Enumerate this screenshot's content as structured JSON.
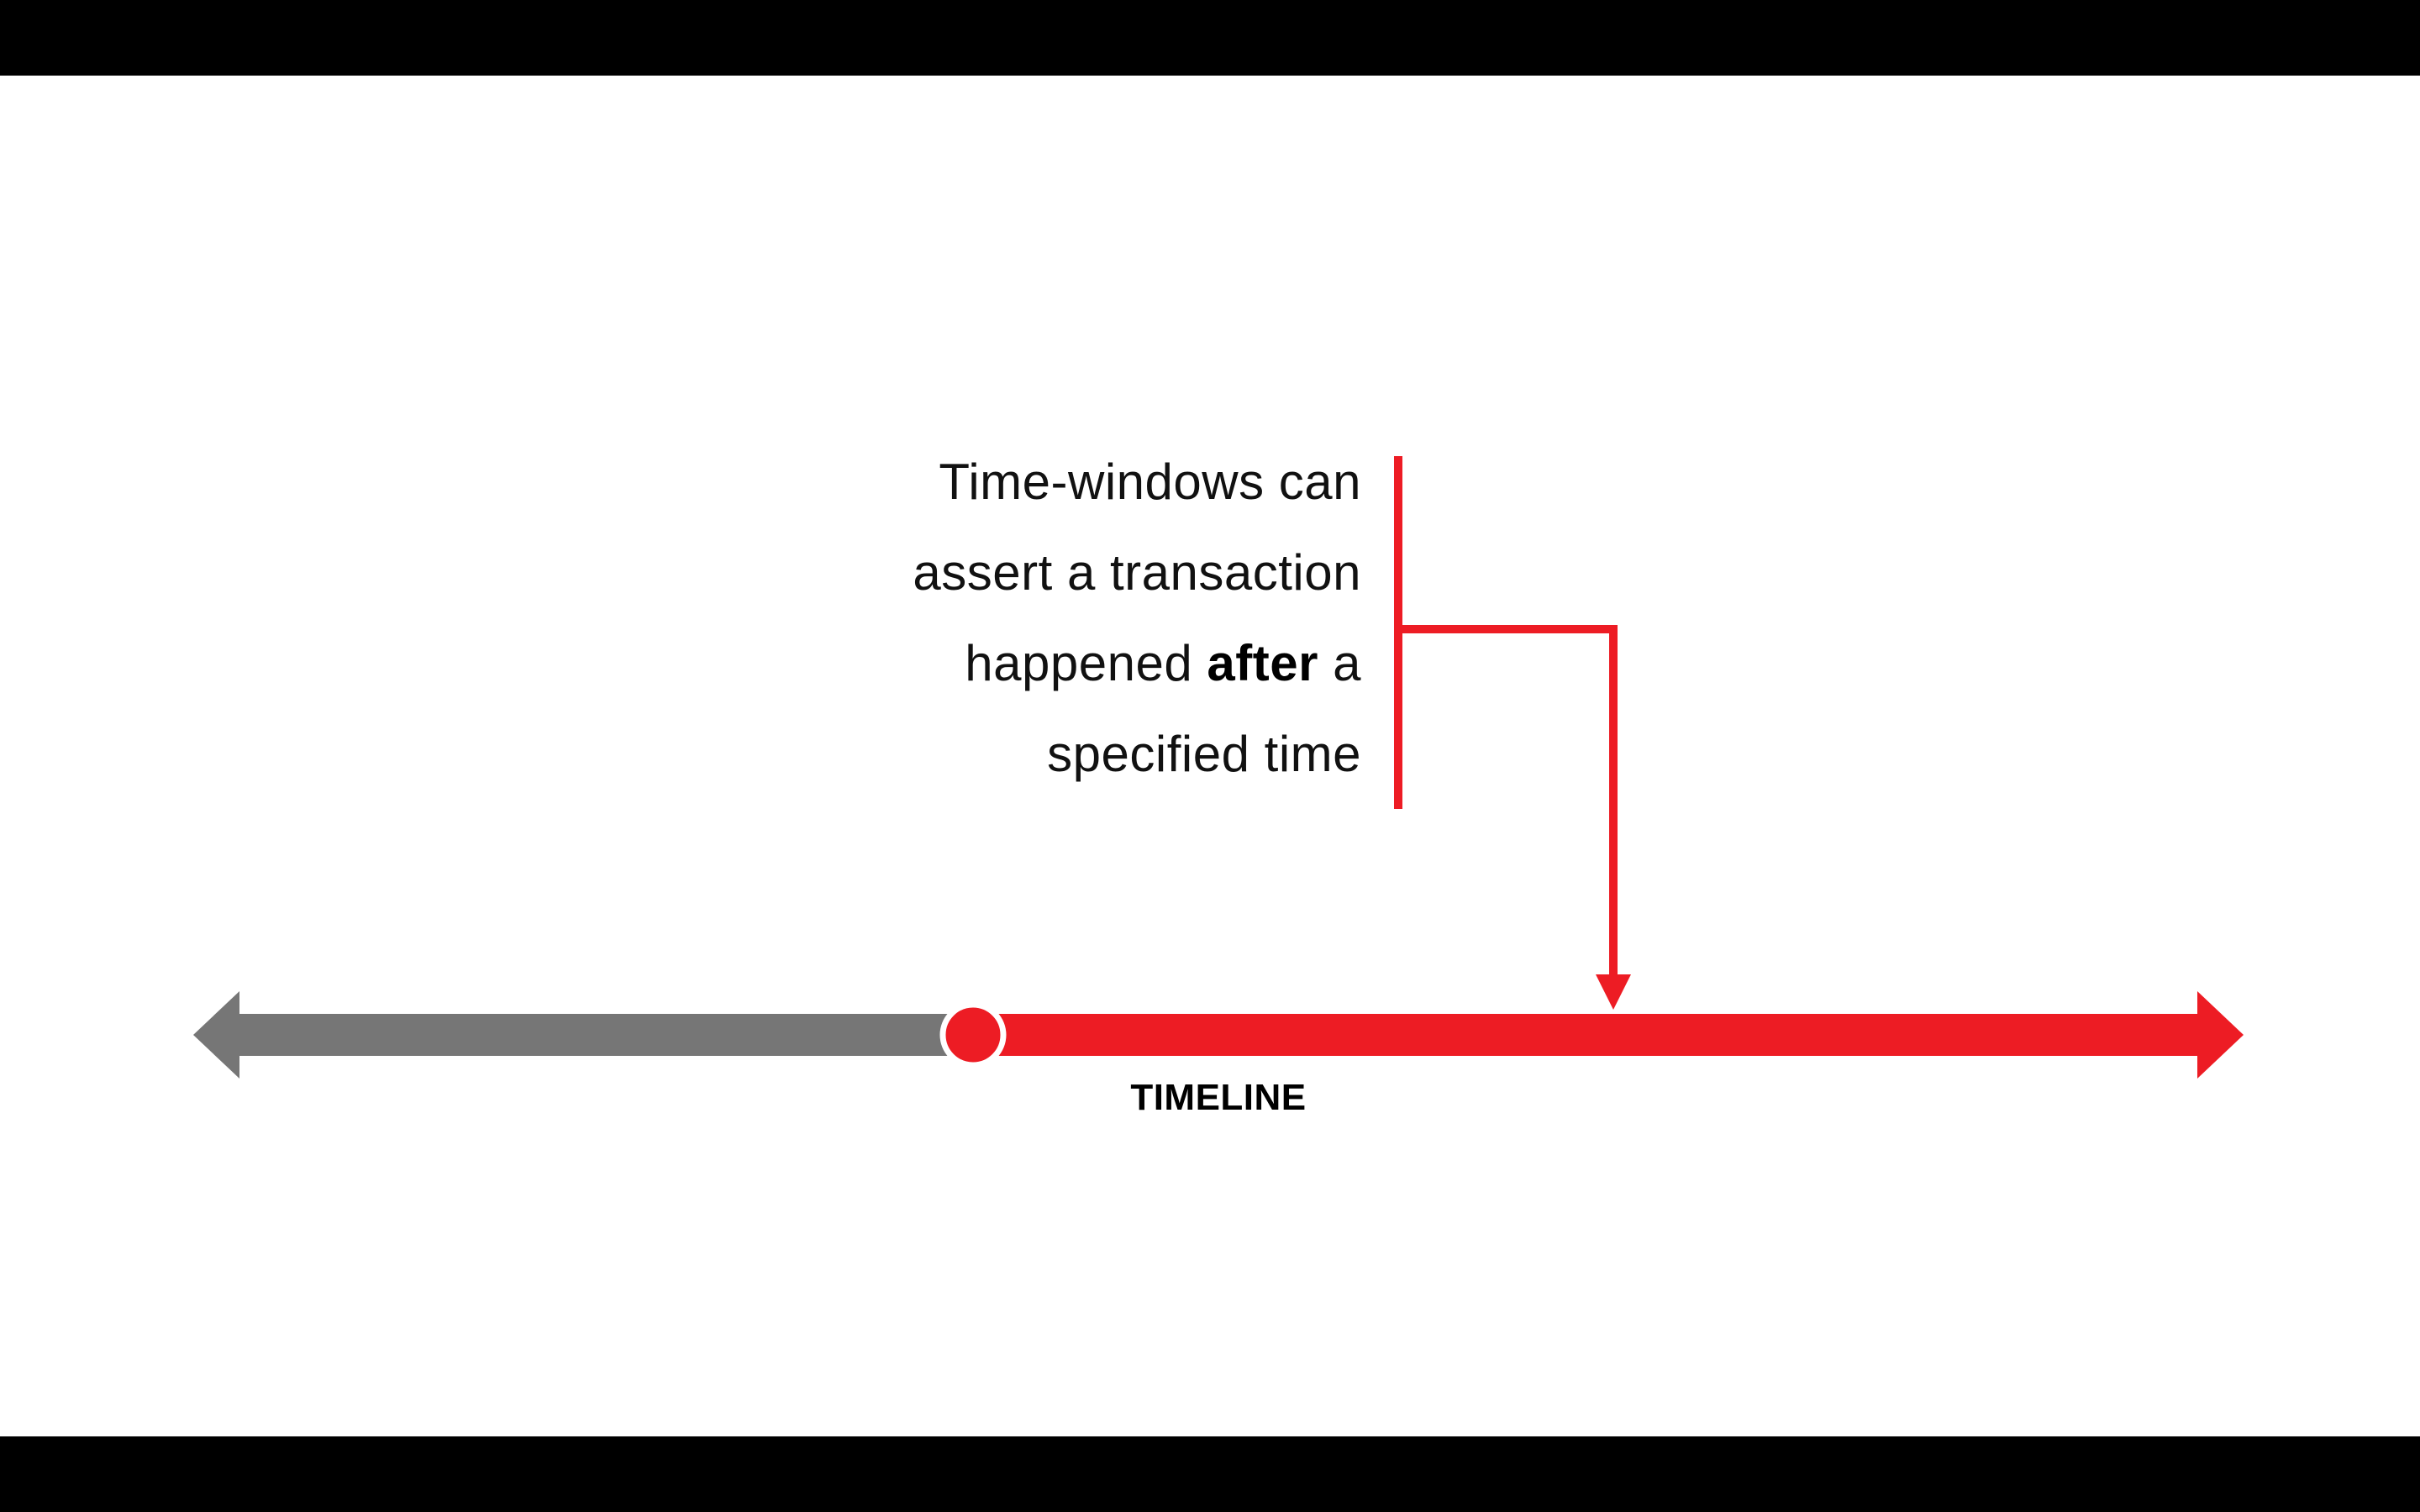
{
  "caption": {
    "line1": "Time-windows can",
    "line2": "assert a transaction",
    "line3_pre": "happened",
    "line3_bold": "after",
    "line3_post": "a",
    "line4": "specified time"
  },
  "timeline": {
    "label": "TIMELINE"
  },
  "colors": {
    "past": "#767676",
    "future": "#ed1c24",
    "letterbox": "#000000",
    "background": "#ffffff"
  }
}
